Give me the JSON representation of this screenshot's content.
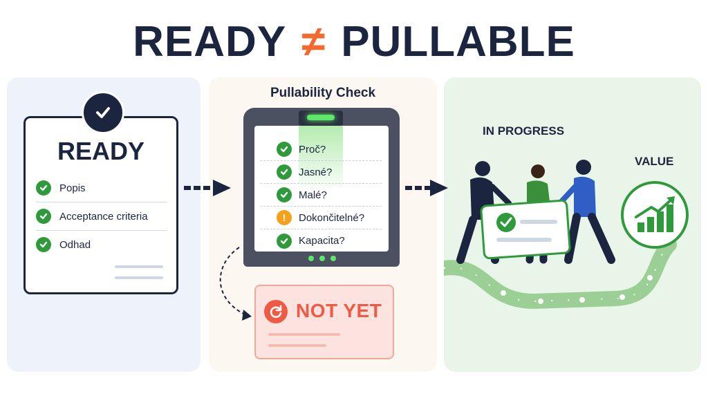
{
  "title": {
    "left": "READY",
    "symbol": "≠",
    "right": "PULLABLE"
  },
  "ready": {
    "heading": "READY",
    "items": [
      "Popis",
      "Acceptance criteria",
      "Odhad"
    ]
  },
  "check": {
    "title": "Pullability Check",
    "items": [
      {
        "label": "Proč?",
        "status": "ok"
      },
      {
        "label": "Jasné?",
        "status": "ok"
      },
      {
        "label": "Malé?",
        "status": "ok"
      },
      {
        "label": "Dokončitelné?",
        "status": "warning"
      },
      {
        "label": "Kapacita?",
        "status": "ok"
      }
    ]
  },
  "not_yet": {
    "label": "NOT YET"
  },
  "progress": {
    "label": "IN PROGRESS"
  },
  "value": {
    "label": "VALUE"
  },
  "colors": {
    "navy": "#1b2540",
    "green": "#2f9a3c",
    "orange": "#f26a2e",
    "warning": "#f4a21c",
    "red": "#ef5a44"
  }
}
